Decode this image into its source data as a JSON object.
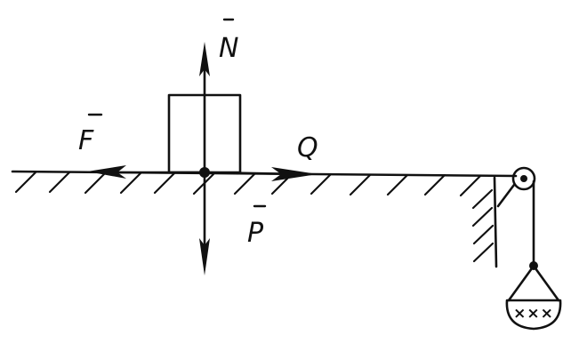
{
  "diagram": {
    "labels": {
      "normal_force": "N",
      "friction_force": "F",
      "weight": "P",
      "tension": "Q"
    },
    "bag_marks": "×××",
    "ink_color": "#111111",
    "background_color": "#ffffff"
  }
}
